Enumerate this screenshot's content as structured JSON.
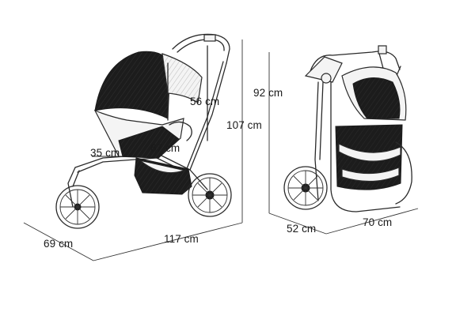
{
  "stroller_unfolded": {
    "dimensions": {
      "total_height": "107 cm",
      "total_length": "117 cm",
      "total_width": "69 cm",
      "backrest_height": "56 cm",
      "seat_depth": "35 cm",
      "seat_width": "67 cm"
    }
  },
  "stroller_folded": {
    "dimensions": {
      "height": "92 cm",
      "depth": "52 cm",
      "length": "70 cm"
    }
  }
}
